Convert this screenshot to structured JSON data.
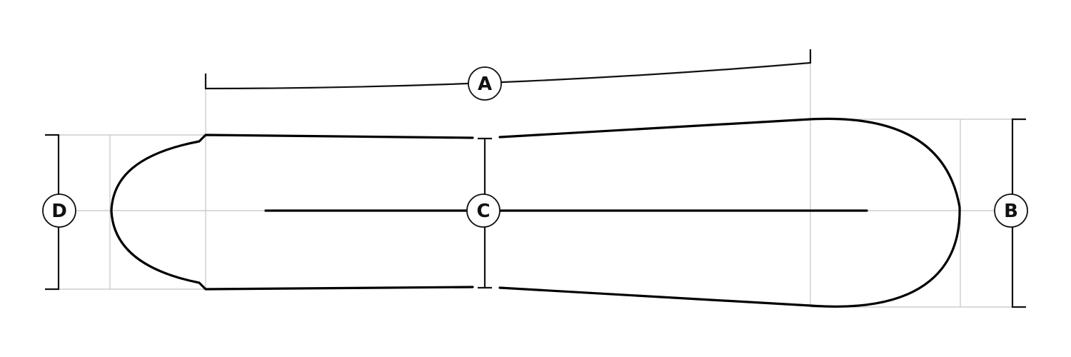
{
  "labels": {
    "length": "A",
    "tail_width": "B",
    "waist_width": "C",
    "nose_width": "D"
  },
  "colors": {
    "outline": "#000000",
    "guide": "#c4c4c4",
    "background": "#ffffff"
  }
}
